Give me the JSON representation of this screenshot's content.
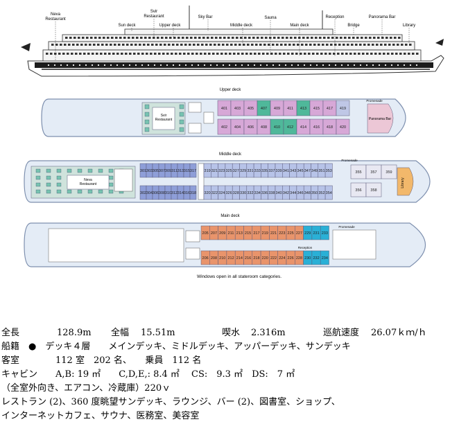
{
  "profile": {
    "labels": {
      "neva_restaurant": "Neva\nRestaurant",
      "svir_restaurant": "Svir\nRestaurant",
      "sun_deck": "Sun deck",
      "upper_deck": "Upper deck",
      "sky_bar": "Sky Bar",
      "middle_deck": "Middle deck",
      "sauna": "Sauna",
      "main_deck": "Main deck",
      "reception": "Reception",
      "bridge": "Bridge",
      "panorama_bar": "Panorama Bar",
      "library": "Library"
    }
  },
  "upper_deck": {
    "title": "Upper deck",
    "promenade": "Promenade",
    "bar": "Svir\nRestaurant",
    "panorama_bar": "Panorama Bar",
    "cabins_top": [
      "401",
      "403",
      "405",
      "407",
      "409",
      "411",
      "413",
      "415",
      "417",
      "419"
    ],
    "cabins_bottom": [
      "402",
      "404",
      "406",
      "408",
      "410",
      "412",
      "414",
      "416",
      "418",
      "420"
    ],
    "colors_top": [
      "#d7a8d7",
      "#d7a8d7",
      "#d7a8d7",
      "#4fb89a",
      "#d7a8d7",
      "#d7a8d7",
      "#4fb89a",
      "#d7a8d7",
      "#d7a8d7",
      "#bfc7e6"
    ],
    "colors_bottom": [
      "#d7a8d7",
      "#d7a8d7",
      "#d7a8d7",
      "#d7a8d7",
      "#4fb89a",
      "#4fb89a",
      "#d7a8d7",
      "#d7a8d7",
      "#d7a8d7",
      "#d7a8d7"
    ]
  },
  "middle_deck": {
    "title": "Middle deck",
    "promenade": "Promenade",
    "restaurant": "Neva\nRestaurant",
    "library": "Library",
    "aft_top": [
      "301",
      "303",
      "305",
      "307",
      "309",
      "311",
      "313",
      "315",
      "317"
    ],
    "aft_bottom": [
      "302",
      "304",
      "306",
      "308",
      "310",
      "312",
      "314",
      "316",
      "318"
    ],
    "fwd_top": [
      "319",
      "321",
      "323",
      "325",
      "327",
      "329",
      "331",
      "333",
      "335",
      "337",
      "339",
      "341",
      "343",
      "345",
      "347",
      "349",
      "351",
      "353"
    ],
    "fwd_bottom": [
      "320",
      "322",
      "324",
      "326",
      "328",
      "330",
      "332",
      "334",
      "336",
      "338",
      "340",
      "342",
      "344",
      "346",
      "348",
      "350",
      "352",
      "354"
    ],
    "front_top": [
      "355",
      "357",
      "359"
    ],
    "front_bottom": [
      "356",
      "358"
    ]
  },
  "main_deck": {
    "title": "Main deck",
    "promenade": "Promenade",
    "reception": "Reception",
    "cabins_top": [
      "205",
      "207",
      "209",
      "211",
      "213",
      "215",
      "217",
      "219",
      "221",
      "223",
      "225",
      "227",
      "229",
      "231",
      "233"
    ],
    "cabins_bottom": [
      "206",
      "208",
      "210",
      "212",
      "214",
      "216",
      "218",
      "220",
      "222",
      "224",
      "226",
      "228",
      "230",
      "232",
      "234"
    ],
    "colors_top": [
      "#e9946b",
      "#e9946b",
      "#e9946b",
      "#e9946b",
      "#e9946b",
      "#e9946b",
      "#e9946b",
      "#e9946b",
      "#e9946b",
      "#e9946b",
      "#e9946b",
      "#e9946b",
      "#2ab0d6",
      "#2ab0d6",
      "#2ab0d6"
    ],
    "colors_bottom": [
      "#e9946b",
      "#e9946b",
      "#e9946b",
      "#e9946b",
      "#e9946b",
      "#e9946b",
      "#e9946b",
      "#e9946b",
      "#e9946b",
      "#e9946b",
      "#e9946b",
      "#e9946b",
      "#2ab0d6",
      "#2ab0d6",
      "#2ab0d6"
    ]
  },
  "caption": "Windows open in all stateroom categories.",
  "specs": {
    "row1": {
      "len_label": "全長",
      "len_val": "128.9m",
      "width_label": "全幅",
      "width_val": "15.51m",
      "draft_label": "喫水",
      "draft_val": "2.316m",
      "speed_label": "巡航速度",
      "speed_val": "26.07ｋｍ/ｈ"
    },
    "row2": "船籍　●　デッキ４層　　メインデッキ、ミドルデッキ、アッパーデッキ、サンデッキ",
    "row3": "客室　　　　112 室　202 名、　　乗員　112 名",
    "row4": "キャビン　　A,B: 19 ㎡　　C,D,E,: 8.4 ㎡　 CS:　9.3 ㎡　DS:　7 ㎡",
    "row5": "（全室外向き、エアコン、冷蔵庫）220ｖ",
    "row6": "レストラン (2)、360 度眺望サンデッキ、ラウンジ、バー (2)、図書室、ショップ、",
    "row7": "インターネットカフェ、サウナ、医務室、美容室"
  },
  "colors": {
    "hull_outline": "#7d8fae",
    "deck_fill": "#e4ecf6",
    "middle_cabin": "#b7c3e8",
    "middle_cabin_dark": "#8e9ed8",
    "restaurant": "#77c3b0",
    "library": "#f2b86b"
  }
}
